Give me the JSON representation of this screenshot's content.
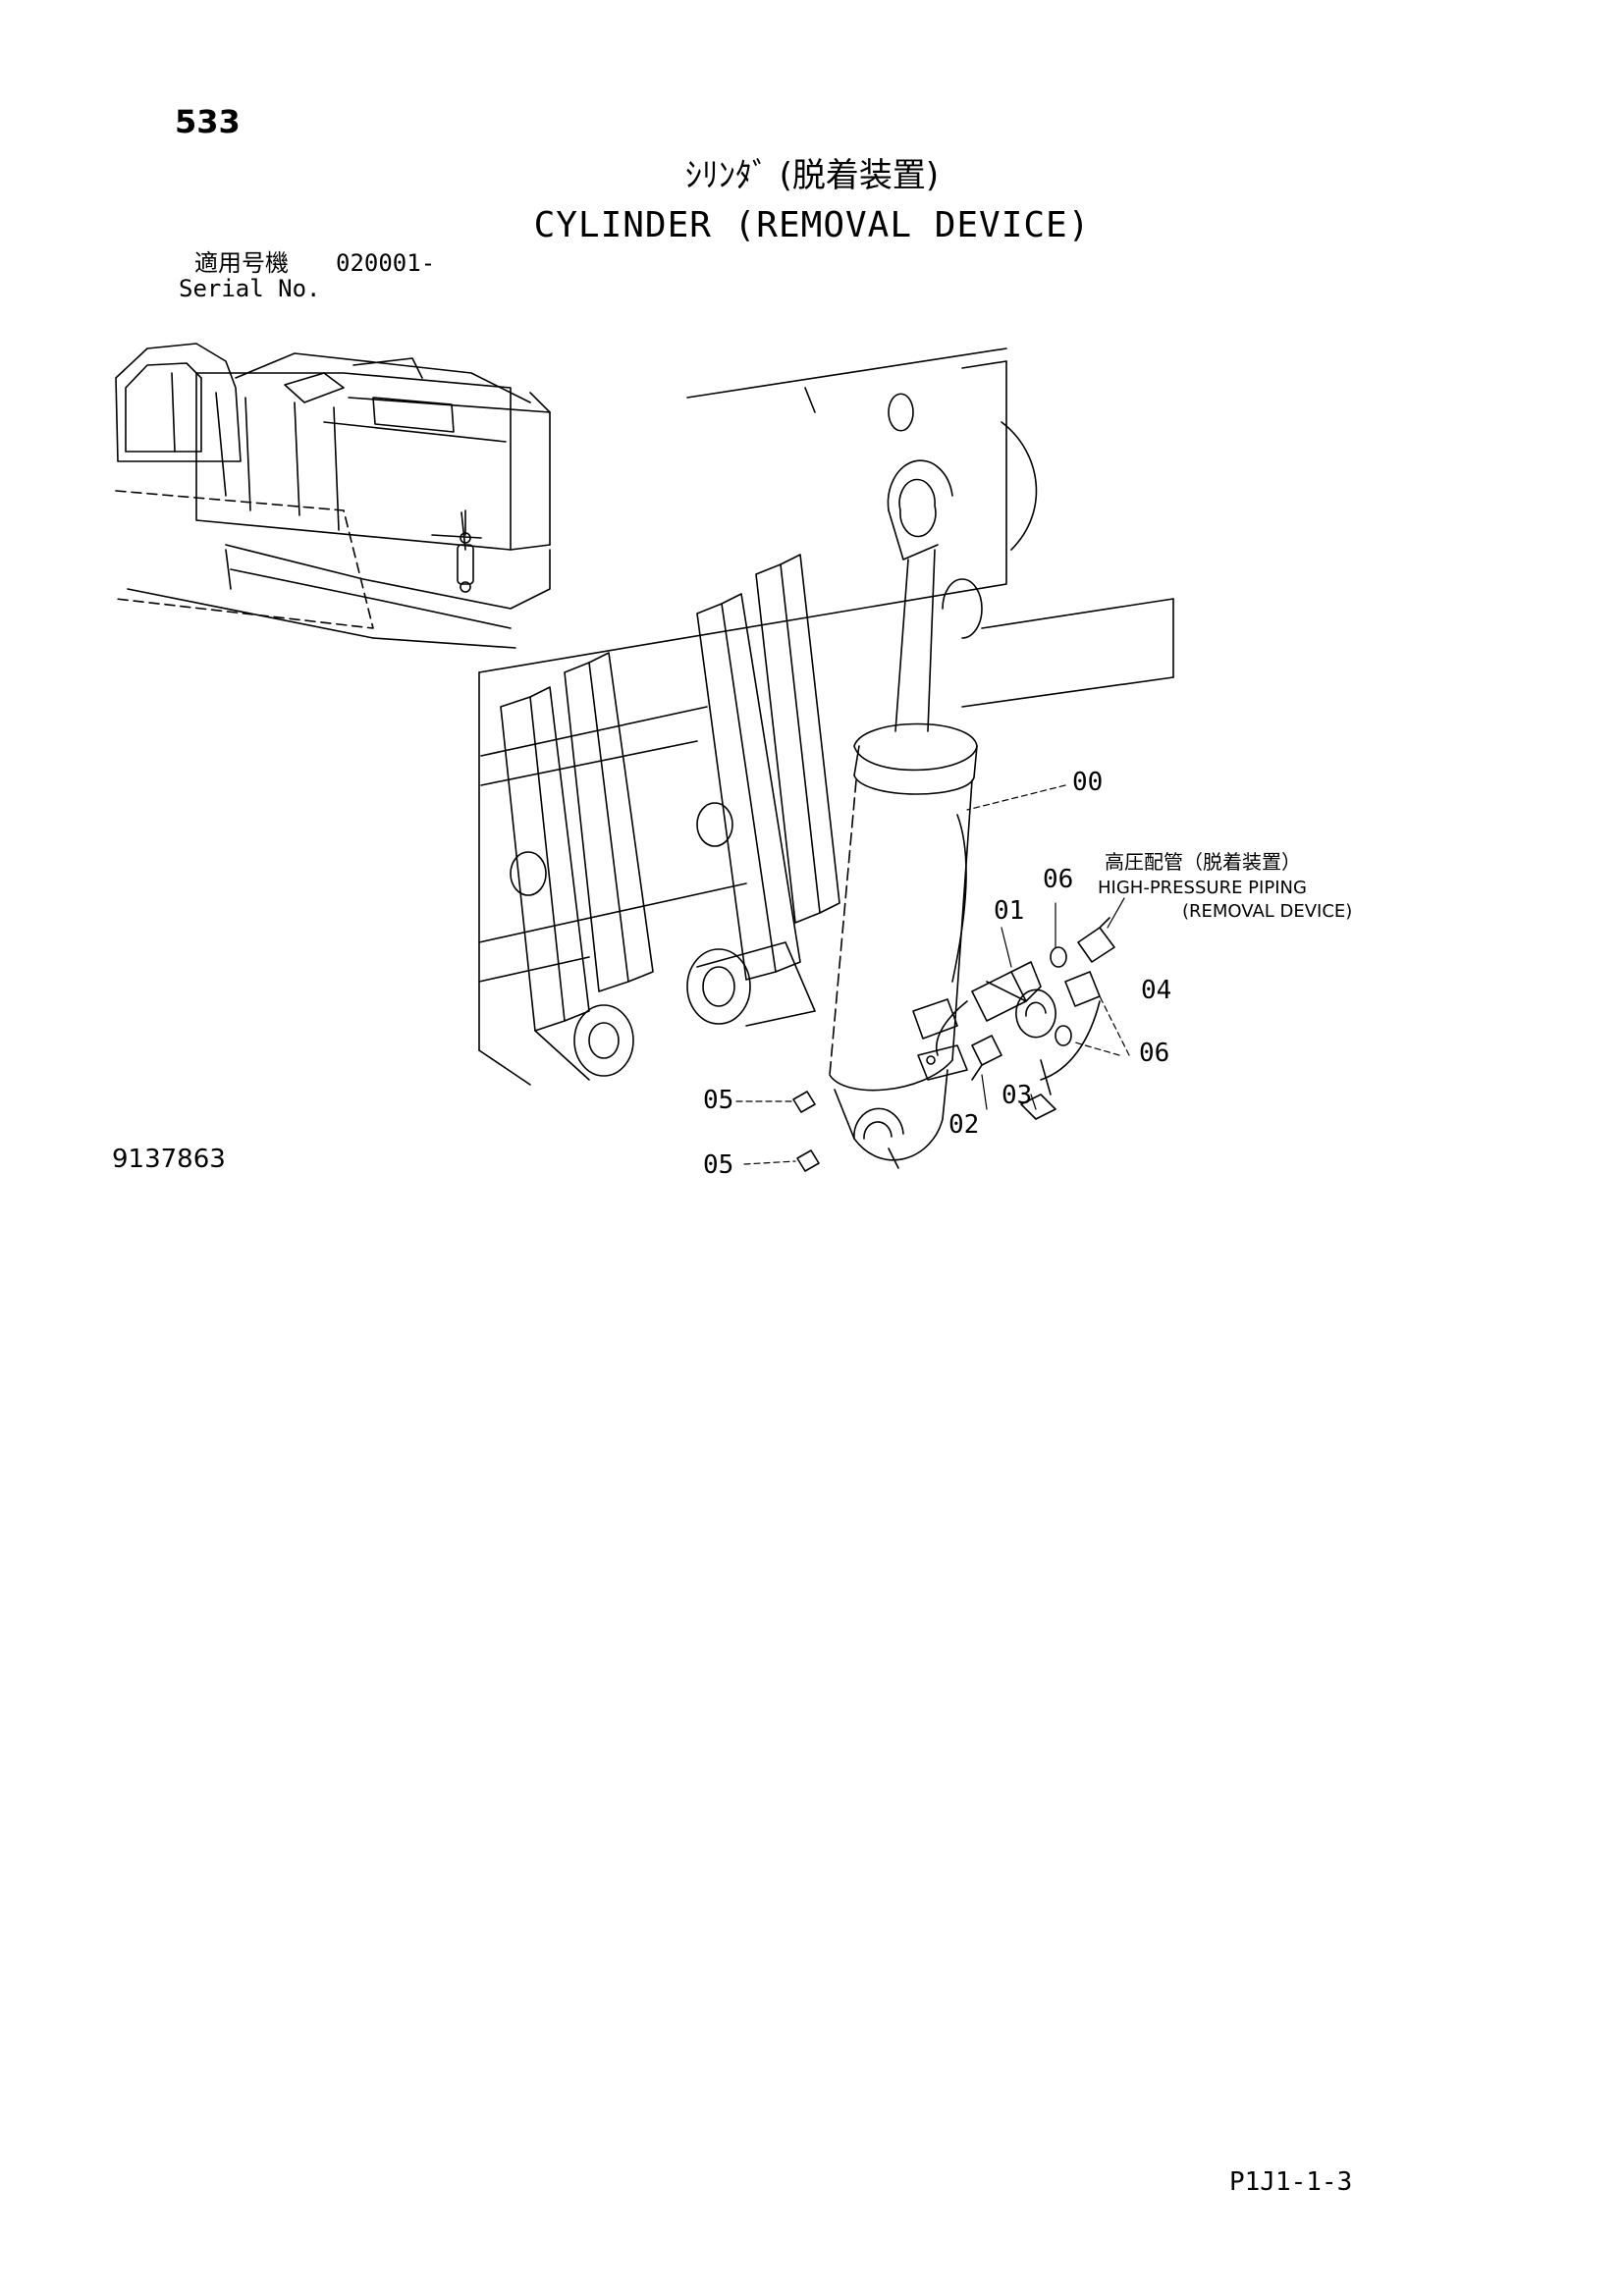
{
  "header": {
    "page_number": "533",
    "title_jp": "ｼﾘﾝﾀﾞ (脱着装置)",
    "title_en": "CYLINDER (REMOVAL DEVICE)",
    "serial_label_jp": "適用号機",
    "serial_value": "020001-",
    "serial_label_en": "Serial No."
  },
  "diagram": {
    "figure_number": "9137863",
    "note": {
      "jp": "高圧配管（脱着装置）",
      "en_line1": "HIGH-PRESSURE PIPING",
      "en_line2": "(REMOVAL DEVICE)"
    },
    "callouts": {
      "c00": "00",
      "c01": "01",
      "c02": "02",
      "c03": "03",
      "c04": "04",
      "c05a": "05",
      "c05b": "05",
      "c06a": "06",
      "c06b": "06"
    }
  },
  "footer": {
    "page_code": "P1J1-1-3"
  }
}
